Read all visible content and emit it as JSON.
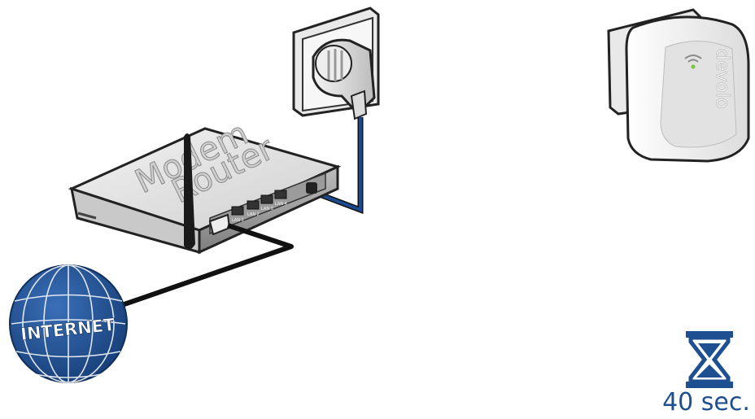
{
  "router": {
    "line1": "Modem",
    "line2": "Router",
    "ports": [
      "LAN 1",
      "LAN 2",
      "LAN 3",
      "LAN 4"
    ]
  },
  "repeater": {
    "brand": "devolo"
  },
  "globe": {
    "label": "INTERNET"
  },
  "timer": {
    "label": "40 sec."
  },
  "colors": {
    "brand_blue": "#1d4f91",
    "power_cable": "#1b4b8c",
    "ethernet_cable": "#1a1a1a",
    "led_green": "#7ac943"
  }
}
